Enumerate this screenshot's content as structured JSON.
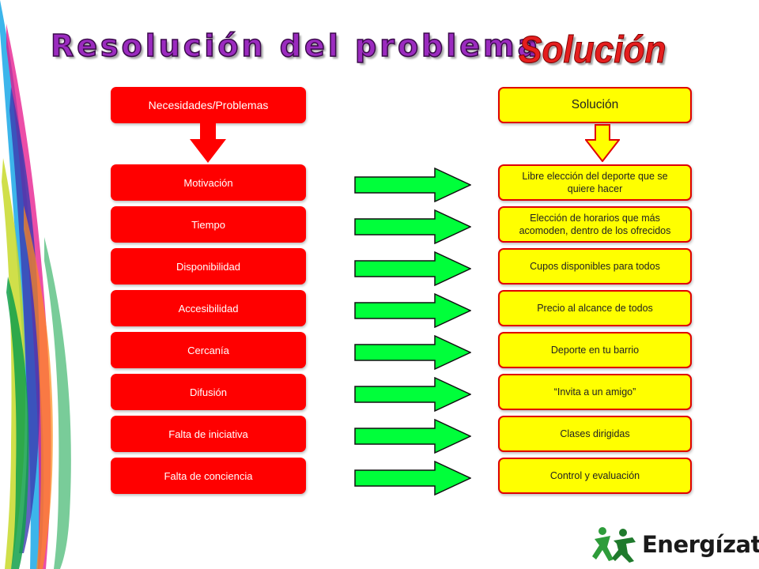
{
  "title": "Resolución del problema",
  "subtitle": "Solución",
  "left_header": "Necesidades/Problemas",
  "right_header": "Solución",
  "rows": [
    {
      "problem": "Motivación",
      "solution": "Libre elección del deporte que se quiere hacer"
    },
    {
      "problem": "Tiempo",
      "solution": "Elección de horarios que más acomoden, dentro de los ofrecidos"
    },
    {
      "problem": "Disponibilidad",
      "solution": "Cupos disponibles para todos"
    },
    {
      "problem": "Accesibilidad",
      "solution": "Precio al alcance de todos"
    },
    {
      "problem": "Cercanía",
      "solution": "Deporte en tu barrio"
    },
    {
      "problem": "Difusión",
      "solution": "“Invita a un amigo”"
    },
    {
      "problem": "Falta de iniciativa",
      "solution": "Clases dirigidas"
    },
    {
      "problem": "Falta de conciencia",
      "solution": "Control y evaluación"
    }
  ],
  "logo": {
    "text": "Energízate",
    "icon": "people-figures-icon"
  },
  "colors": {
    "problem_box": "#ff0000",
    "solution_box": "#ffff00",
    "solution_border": "#e00000",
    "arrow_fill": "#00ff3a",
    "title": "#9b2bbf",
    "subtitle": "#e41e1e"
  }
}
